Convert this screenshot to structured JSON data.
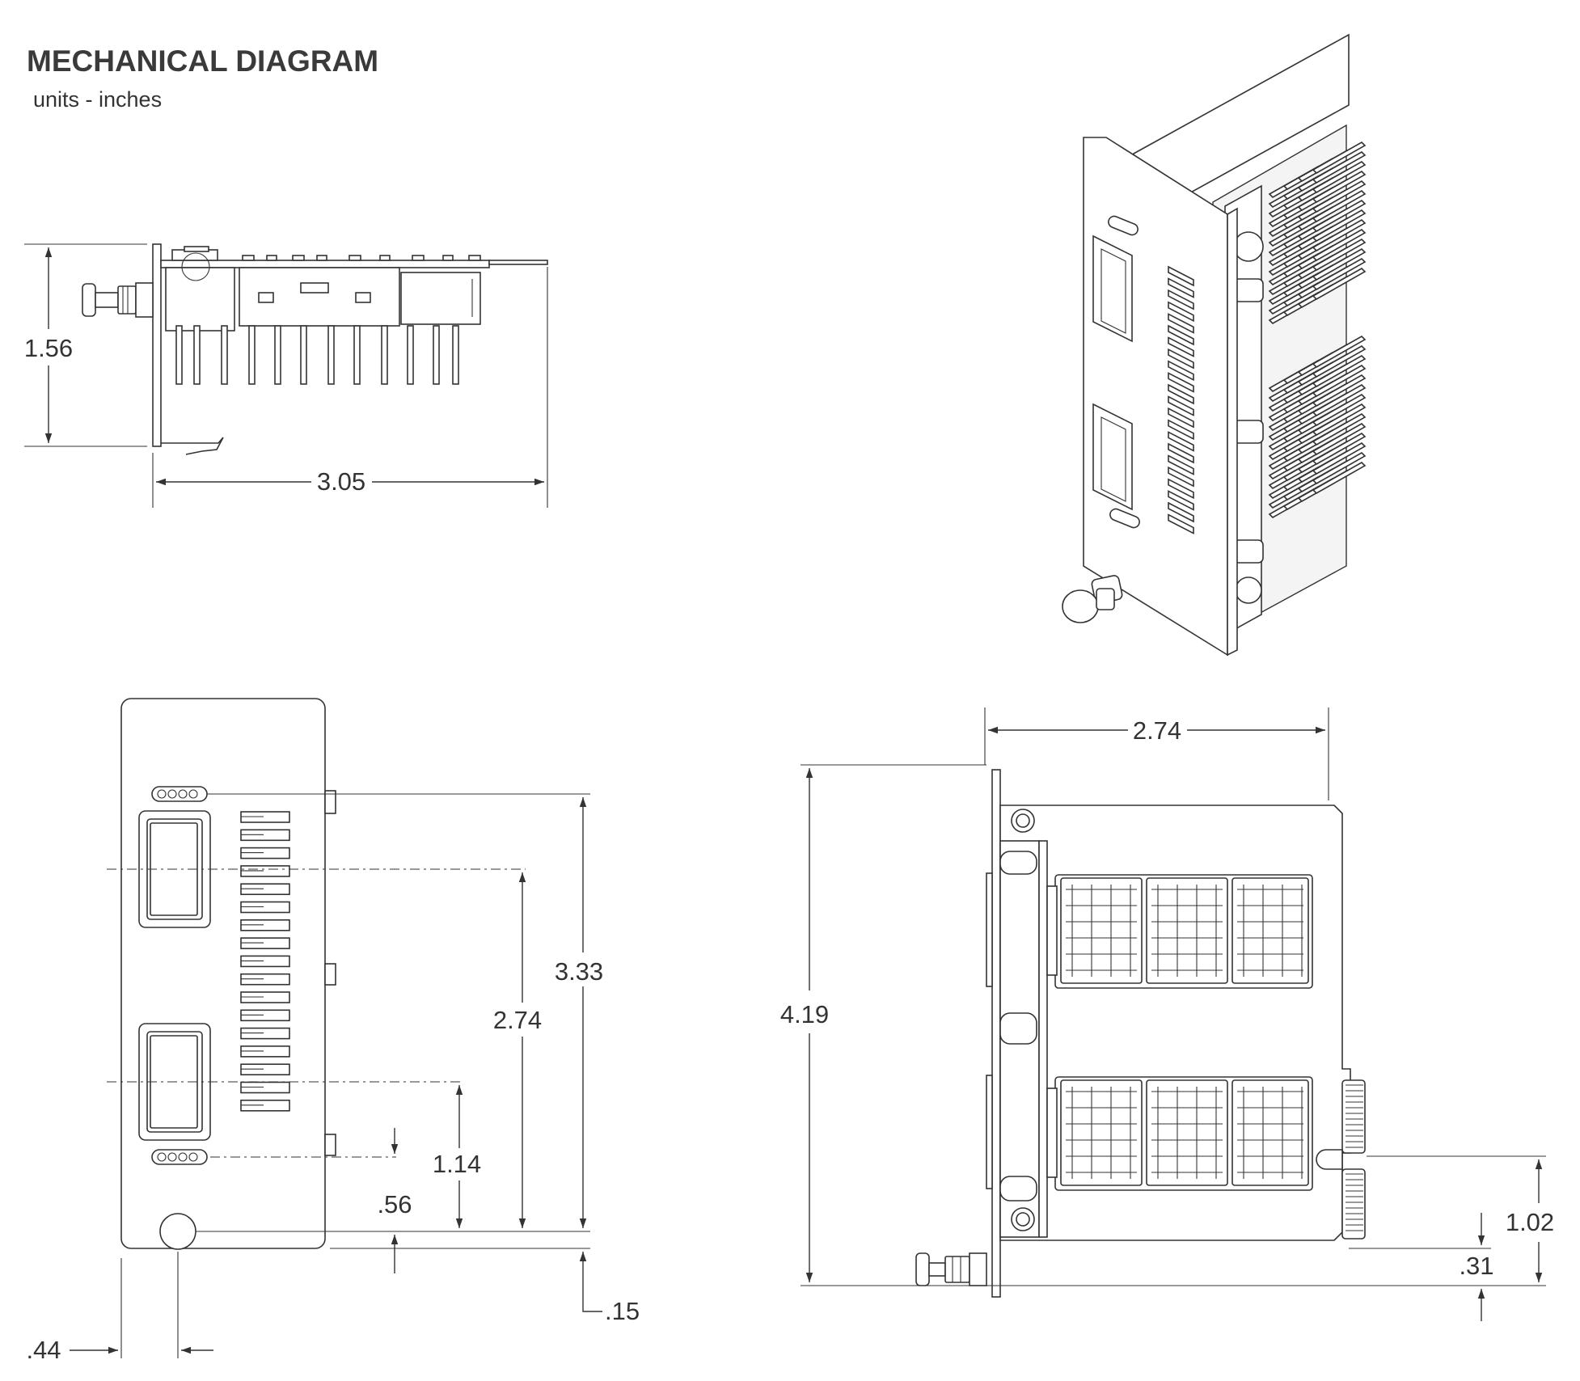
{
  "header": {
    "title": "MECHANICAL DIAGRAM",
    "units": "units - inches"
  },
  "side_view": {
    "height_label": "1.56",
    "length_label": "3.05"
  },
  "front_view": {
    "overall_label": "3.33",
    "port_upper_label": "2.74",
    "port_lower_label": "1.14",
    "led_label": ".56",
    "bottom_offset_label": ".15",
    "screw_offset_label": ".44"
  },
  "top_view": {
    "width_label": "2.74",
    "length_label": "4.19",
    "connector_label": "1.02",
    "edge_label": ".31"
  },
  "colors": {
    "line": "#333333",
    "background": "#ffffff"
  }
}
